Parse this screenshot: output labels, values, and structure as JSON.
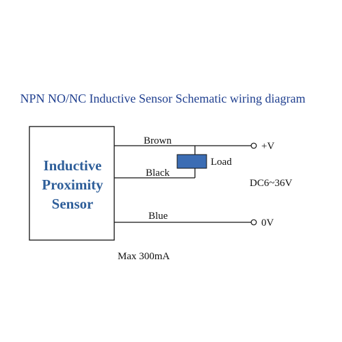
{
  "title": "NPN NO/NC Inductive Sensor  Schematic wiring diagram",
  "sensor": {
    "line1": "Inductive",
    "line2": "Proximity",
    "line3": "Sensor"
  },
  "wires": {
    "brown": "Brown",
    "black": "Black",
    "blue": "Blue"
  },
  "terminals": {
    "positive": "+V",
    "zero": "0V"
  },
  "load_label": "Load",
  "supply": "DC6~36V",
  "max_current": "Max 300mA",
  "colors": {
    "title": "#1f3f8f",
    "sensor_text": "#2f5f9a",
    "load_fill": "#3c6db4"
  }
}
